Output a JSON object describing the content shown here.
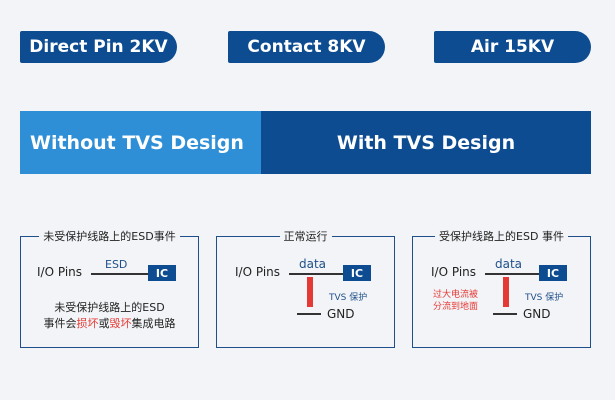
{
  "top_labels": {
    "direct_pin": "Direct Pin 2KV",
    "contact": "Contact 8KV",
    "air": "Air 15KV"
  },
  "banner": {
    "without": "Without TVS Design",
    "with": "With TVS Design"
  },
  "panels": {
    "left": {
      "title": "未受保护线路上的ESD事件",
      "io": "I/O Pins",
      "signal": "ESD",
      "ic": "IC",
      "caption_line1": "未受保护线路上的ESD",
      "caption_line2_pre": "事件会",
      "caption_red1": "损坏",
      "caption_mid": "或",
      "caption_red2": "毁坏",
      "caption_post": "集成电路"
    },
    "middle": {
      "title": "正常运行",
      "io": "I/O Pins",
      "signal": "data",
      "ic": "IC",
      "tvs": "TVS 保护",
      "gnd": "GND"
    },
    "right": {
      "title": "受保护线路上的ESD 事件",
      "io": "I/O Pins",
      "signal": "data",
      "ic": "IC",
      "tvs": "TVS 保护",
      "gnd": "GND",
      "note_line1": "过大电流被",
      "note_line2": "分流到地面"
    }
  }
}
